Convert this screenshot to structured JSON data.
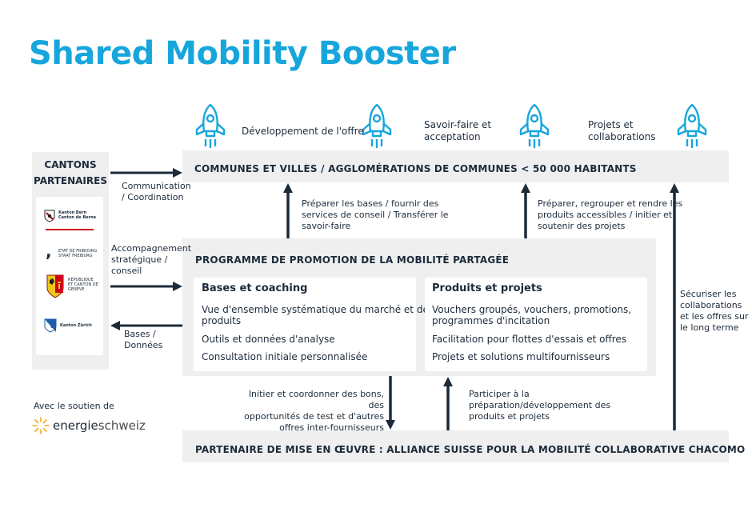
{
  "title": "Shared Mobility Booster",
  "rocket_labels": {
    "r1": "Développement de l'offre",
    "r2_line1": "Savoir-faire et",
    "r2_line2": "acceptation",
    "r3_line1": "Projets et",
    "r3_line2": "collaborations"
  },
  "cantons": {
    "title_line1": "CANTONS",
    "title_line2": "PARTENAIRES",
    "logos": [
      {
        "line1": "Kanton Bern",
        "line2": "Canton de Berne"
      },
      {
        "line1": "ETAT DE FRIBOURG",
        "line2": "STAAT FREIBURG"
      },
      {
        "line1": "REPUBLIQUE",
        "line2": "ET CANTON DE",
        "line3": "GENEVE"
      },
      {
        "line1": "Kanton Zürich"
      }
    ]
  },
  "communes": {
    "title": "COMMUNES ET VILLES / AGGLOMÉRATIONS DE COMMUNES < 50 000 HABITANTS"
  },
  "programme": {
    "title": "PROGRAMME DE PROMOTION DE LA MOBILITÉ PARTAGÉE",
    "left": {
      "title": "Bases et coaching",
      "items": [
        "Vue d'ensemble systématique du marché et des",
        "produits",
        "Outils et données d'analyse",
        "Consultation initiale personnalisée"
      ]
    },
    "right": {
      "title": "Produits et projets",
      "items": [
        "Vouchers groupés, vouchers, promotions,",
        "programmes d'incitation",
        "Facilitation pour flottes d'essais et offres",
        "Projets et solutions multifournisseurs"
      ]
    }
  },
  "partner": {
    "title": "PARTENAIRE DE MISE EN ŒUVRE : ALLIANCE SUISSE POUR LA MOBILITÉ COLLABORATIVE CHACOMO"
  },
  "arrow_labels": {
    "comm_line1": "Communication",
    "comm_line2": "/ Coordination",
    "acc_line1": "Accompagnement",
    "acc_line2": "stratégique /",
    "acc_line3": "conseil",
    "bases_line1": "Bases /",
    "bases_line2": "Données",
    "prep_line1": "Préparer les bases / fournir des",
    "prep_line2": "services de conseil / Transférer le",
    "prep_line3": "savoir-faire",
    "regroup_line1": "Préparer, regrouper et rendre les",
    "regroup_line2": "produits accessibles / initier et",
    "regroup_line3": "soutenir des projets",
    "secur_line1": "Sécuriser les",
    "secur_line2": "collaborations",
    "secur_line3": "et les offres sur",
    "secur_line4": "le long terme",
    "init_line1": "Initier et coordonner des bons, des",
    "init_line2": "opportunités de test et d'autres",
    "init_line3": "offres inter-fournisseurs",
    "part_line1": "Participer à la",
    "part_line2": "préparation/développement des",
    "part_line3": "produits et projets"
  },
  "support": {
    "label": "Avec le soutien de",
    "brand_a": "energie",
    "brand_b": "schweiz"
  },
  "colors": {
    "title": "#16a6dc",
    "rocket": "#16a6dc",
    "arrow": "#1c2b3a",
    "band": "#efefef"
  }
}
